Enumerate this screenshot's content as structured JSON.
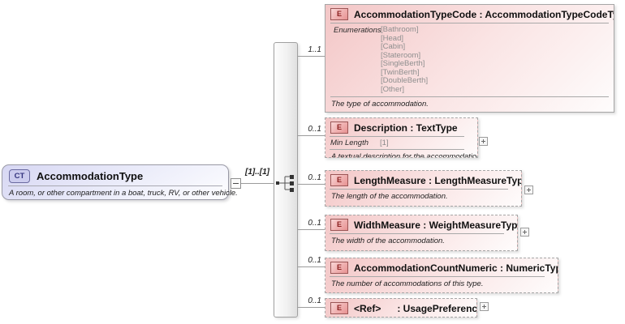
{
  "root": {
    "badge": "CT",
    "label": "AccommodationType",
    "annotation": "A room, or other compartment in a boat, truck, RV, or other vehicle.",
    "cardinality": "[1]..[1]"
  },
  "connector": {
    "kind": "sequence"
  },
  "elements": [
    {
      "badge": "E",
      "label": "AccommodationTypeCode : AccommodationTypeCodeType",
      "cardinality": "1..1",
      "facets": {
        "label": "Enumerations",
        "values": [
          "[Bathroom]",
          "[Head]",
          "[Cabin]",
          "[Stateroom]",
          "[SingleBerth]",
          "[TwinBerth]",
          "[DoubleBerth]",
          "[Other]"
        ]
      },
      "annotation": "The type of accommodation."
    },
    {
      "badge": "E",
      "label": "Description : TextType",
      "cardinality": "0..1",
      "facets": {
        "label": "Min Length",
        "values": [
          "[1]"
        ]
      },
      "annotation": "A textual description for the accommodation."
    },
    {
      "badge": "E",
      "label": "LengthMeasure : LengthMeasureType",
      "cardinality": "0..1",
      "annotation": "The length of the accommodation."
    },
    {
      "badge": "E",
      "label": "WidthMeasure : WeightMeasureType",
      "cardinality": "0..1",
      "annotation": "The width of the accommodation."
    },
    {
      "badge": "E",
      "label": "AccommodationCountNumeric : NumericType",
      "cardinality": "0..1",
      "annotation": "The number of accommodations of this type."
    },
    {
      "badge": "E",
      "label": "<Ref>      : UsagePreference",
      "cardinality": "0..1"
    }
  ]
}
